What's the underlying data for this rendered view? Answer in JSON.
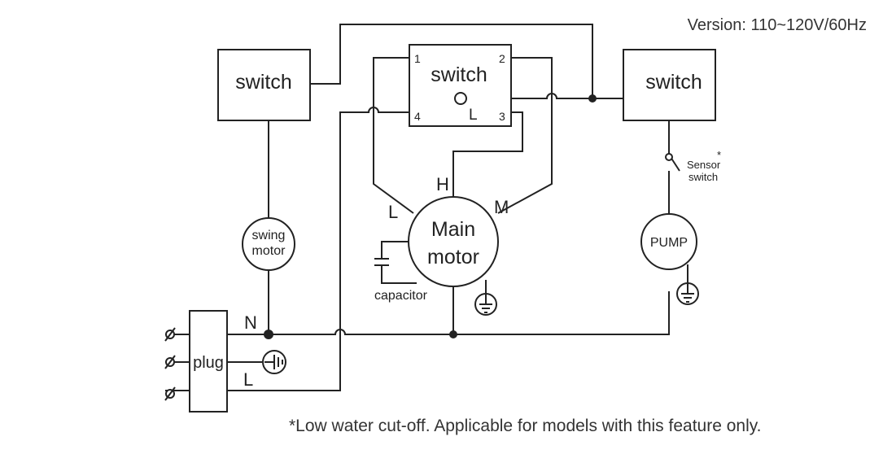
{
  "version_text": "Version: 110~120V/60Hz",
  "footnote": "*Low water cut-off. Applicable for models with this feature only.",
  "components": {
    "left_switch": "switch",
    "center_switch": "switch",
    "right_switch": "switch",
    "swing_motor_line1": "swing",
    "swing_motor_line2": "motor",
    "main_motor_line1": "Main",
    "main_motor_line2": "motor",
    "pump": "PUMP",
    "plug": "plug",
    "capacitor": "capacitor",
    "sensor_line1": "Sensor",
    "sensor_star": "*",
    "sensor_line2": "switch"
  },
  "terminals": {
    "t1": "1",
    "t2": "2",
    "t3": "3",
    "t4": "4",
    "switch_L": "L",
    "motor_H": "H",
    "motor_L": "L",
    "motor_M": "M",
    "plug_N": "N",
    "plug_L": "L"
  },
  "icons": [
    "ground-icon",
    "plug-pin-icon"
  ]
}
